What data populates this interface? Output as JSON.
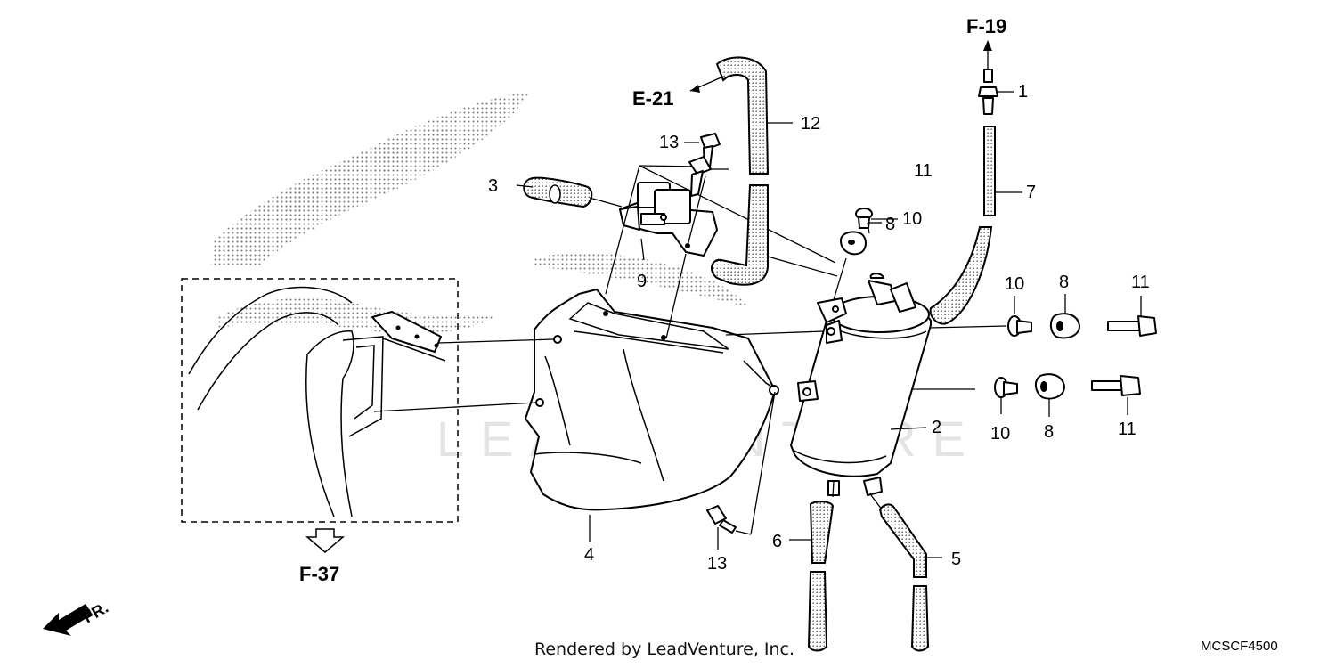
{
  "diagram": {
    "watermark": "LEADVENTURE",
    "references": {
      "e21": "E-21",
      "f19": "F-19",
      "f37": "F-37",
      "front": "FR."
    },
    "callouts": {
      "c1": "1",
      "c2": "2",
      "c3": "3",
      "c4": "4",
      "c5": "5",
      "c6": "6",
      "c7": "7",
      "c8a": "8",
      "c8b": "8",
      "c8c": "8",
      "c9": "9",
      "c10a": "10",
      "c10b": "10",
      "c10c": "10",
      "c11a": "11",
      "c11b": "11",
      "c11c": "11",
      "c12": "12",
      "c13a": "13",
      "c13b": "13"
    }
  },
  "footer": {
    "credit": "Rendered by LeadVenture, Inc.",
    "code": "MCSCF4500"
  }
}
